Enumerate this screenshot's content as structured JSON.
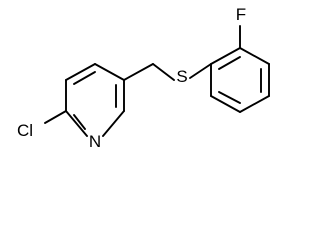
{
  "molecule": {
    "atoms": {
      "chlorine": "Cl",
      "nitrogen": "N",
      "sulfur": "S",
      "fluorine": "F"
    }
  }
}
